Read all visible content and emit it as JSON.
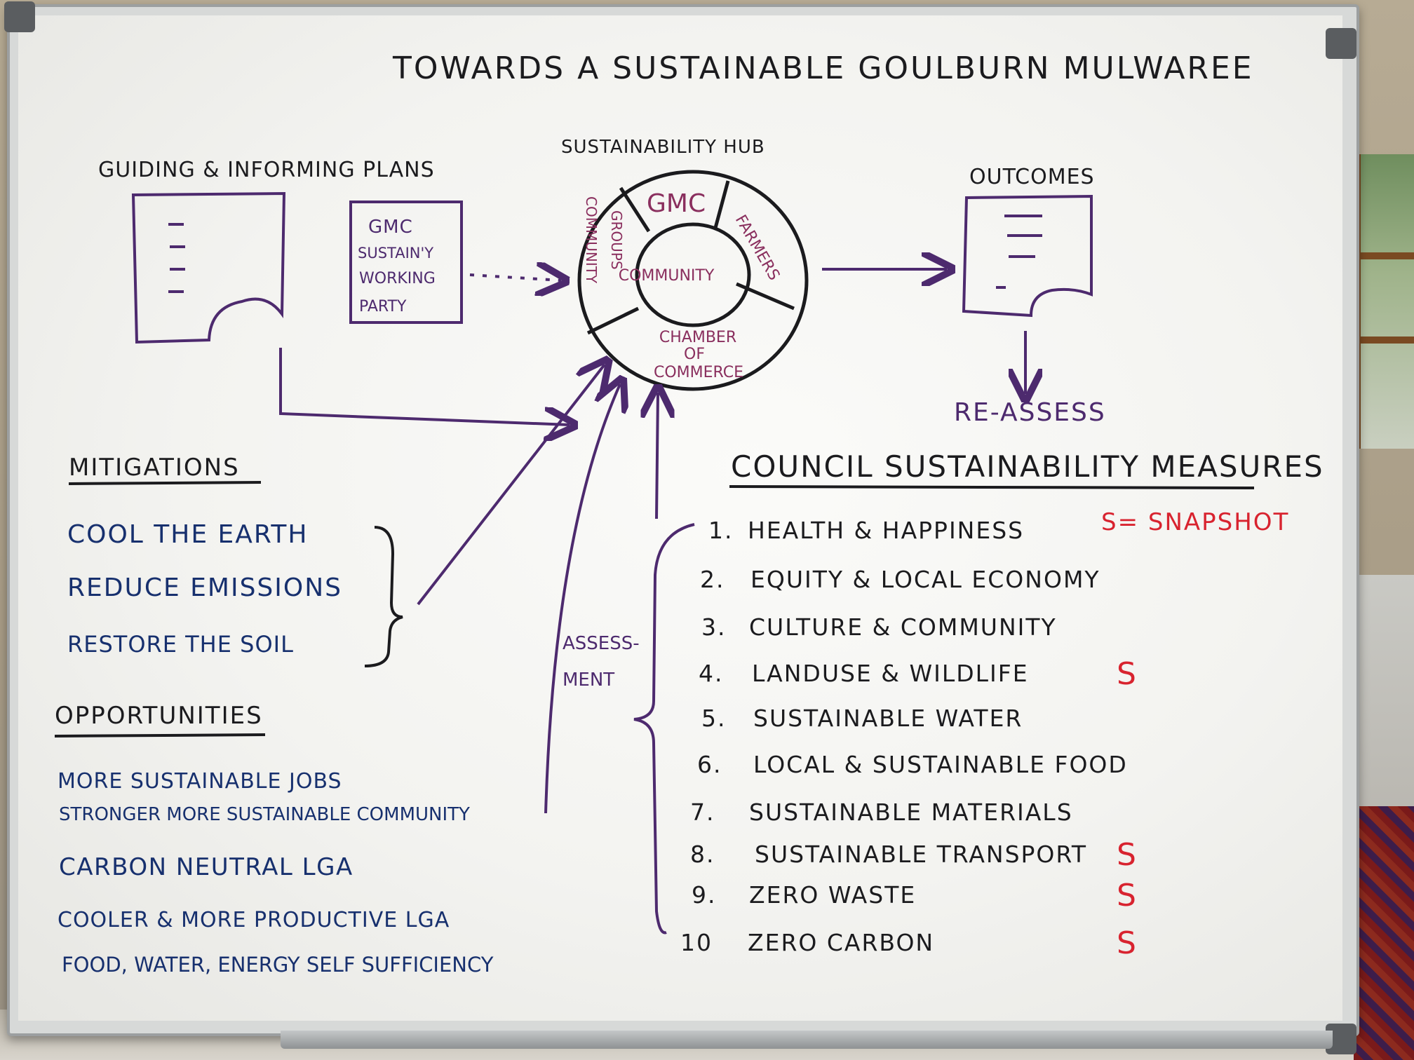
{
  "title": "TOWARDS A SUSTAINABLE GOULBURN MULWAREE",
  "plans": {
    "heading": "GUIDING & INFORMING PLANS",
    "working_party": [
      "GMC",
      "SUSTAIN'Y",
      "WORKING",
      "PARTY"
    ]
  },
  "hub": {
    "heading": "SUSTAINABILITY HUB",
    "center": "COMMUNITY",
    "segments": {
      "gmc": "GMC",
      "farmers": "FARMERS",
      "chamber": [
        "CHAMBER",
        "OF",
        "COMMERCE"
      ],
      "groups": "GROUPS",
      "community": "COMMUNITY"
    }
  },
  "outcomes": {
    "heading": "OUTCOMES",
    "reassess": "RE-ASSESS"
  },
  "assessment_label": [
    "ASSESS-",
    "MENT"
  ],
  "mitigations": {
    "heading": "MITIGATIONS",
    "items": [
      "COOL THE EARTH",
      "REDUCE EMISSIONS",
      "RESTORE THE SOIL"
    ]
  },
  "opportunities": {
    "heading": "OPPORTUNITIES",
    "items": [
      "MORE SUSTAINABLE JOBS",
      "STRONGER MORE SUSTAINABLE COMMUNITY",
      "CARBON NEUTRAL LGA",
      "COOLER & MORE PRODUCTIVE LGA",
      "FOOD, WATER, ENERGY SELF SUFFICIENCY"
    ]
  },
  "measures": {
    "heading": "COUNCIL SUSTAINABILITY MEASURES",
    "legend": "S= SNAPSHOT",
    "items": [
      {
        "num": "1.",
        "label": "HEALTH & HAPPINESS",
        "flag": ""
      },
      {
        "num": "2.",
        "label": "EQUITY & LOCAL ECONOMY",
        "flag": ""
      },
      {
        "num": "3.",
        "label": "CULTURE & COMMUNITY",
        "flag": ""
      },
      {
        "num": "4.",
        "label": "LANDUSE & WILDLIFE",
        "flag": "S"
      },
      {
        "num": "5.",
        "label": "SUSTAINABLE WATER",
        "flag": ""
      },
      {
        "num": "6.",
        "label": "LOCAL & SUSTAINABLE FOOD",
        "flag": ""
      },
      {
        "num": "7.",
        "label": "SUSTAINABLE MATERIALS",
        "flag": ""
      },
      {
        "num": "8.",
        "label": "SUSTAINABLE TRANSPORT",
        "flag": "S"
      },
      {
        "num": "9.",
        "label": "ZERO WASTE",
        "flag": "S"
      },
      {
        "num": "10",
        "label": "ZERO CARBON",
        "flag": "S"
      }
    ]
  },
  "colors": {
    "ink_black": "#1b1b1e",
    "ink_purple": "#4d2a6e",
    "ink_magenta": "#8a2f5e",
    "ink_blue": "#17306e",
    "ink_red": "#d8232f"
  }
}
